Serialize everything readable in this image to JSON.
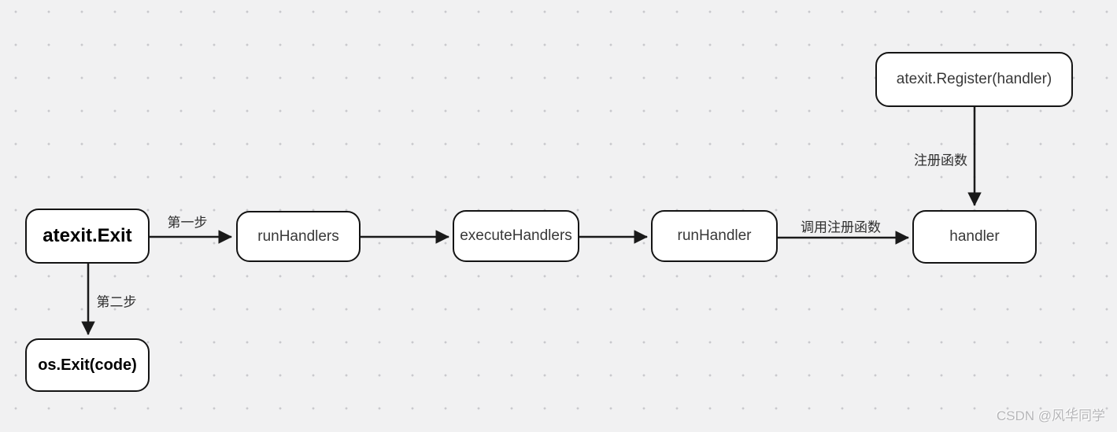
{
  "diagram": {
    "nodes": {
      "atexit_exit": {
        "label": "atexit.Exit"
      },
      "run_handlers": {
        "label": "runHandlers"
      },
      "execute_handlers": {
        "label": "executeHandlers"
      },
      "run_handler": {
        "label": "runHandler"
      },
      "handler": {
        "label": "handler"
      },
      "atexit_register": {
        "label": "atexit.Register(handler)"
      },
      "os_exit": {
        "label": "os.Exit(code)"
      }
    },
    "edges": [
      {
        "from": "atexit.Exit",
        "to": "runHandlers",
        "label": "第一步"
      },
      {
        "from": "runHandlers",
        "to": "executeHandlers",
        "label": ""
      },
      {
        "from": "executeHandlers",
        "to": "runHandler",
        "label": ""
      },
      {
        "from": "runHandler",
        "to": "handler",
        "label": "调用注册函数"
      },
      {
        "from": "atexit.Register(handler)",
        "to": "handler",
        "label": "注册函数"
      },
      {
        "from": "atexit.Exit",
        "to": "os.Exit(code)",
        "label": "第二步"
      }
    ],
    "edge_labels": {
      "step1": "第一步",
      "step2": "第二步",
      "register_fn": "注册函数",
      "call_registered_fn": "调用注册函数"
    },
    "colors": {
      "background": "#f1f1f2",
      "grid_dot": "#c9c9cd",
      "node_border": "#141414",
      "node_fill": "#ffffff",
      "node_text": "#383838",
      "edge": "#1a1a1a",
      "watermark": "#b6b6b8"
    }
  },
  "watermark": {
    "text": "CSDN @风华同学"
  }
}
